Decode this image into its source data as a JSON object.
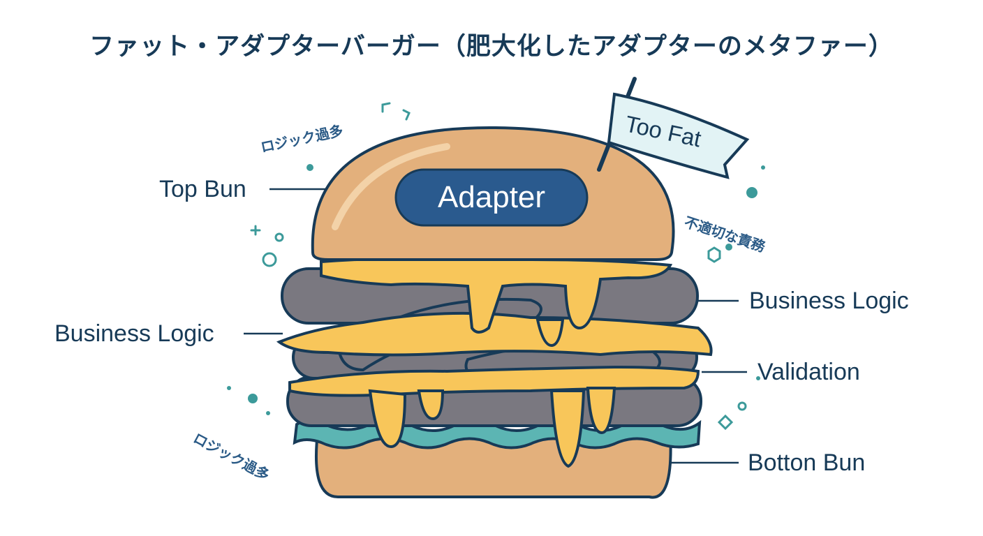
{
  "title": "ファット・アダプターバーガー（肥大化したアダプターのメタファー）",
  "adapter_label": "Adapter",
  "flag_label": "Too Fat",
  "labels": {
    "top_bun": "Top Bun",
    "business_logic_left": "Business Logic",
    "business_logic_right": "Business Logic",
    "validation": "Validation",
    "bottom_bun": "Botton Bun"
  },
  "annotations": {
    "logic_excess_top": "ロジック過多",
    "logic_excess_bottom": "ロジック過多",
    "inappropriate_responsibility": "不適切な責務"
  },
  "colors": {
    "title": "#173a57",
    "bun": "#e3b07c",
    "patty": "#7a7880",
    "cheese": "#f8c65a",
    "lettuce": "#5cb5b3",
    "adapter_badge": "#2a5a8e",
    "flag": "#e2f3f5",
    "accent": "#3c9a9a"
  }
}
